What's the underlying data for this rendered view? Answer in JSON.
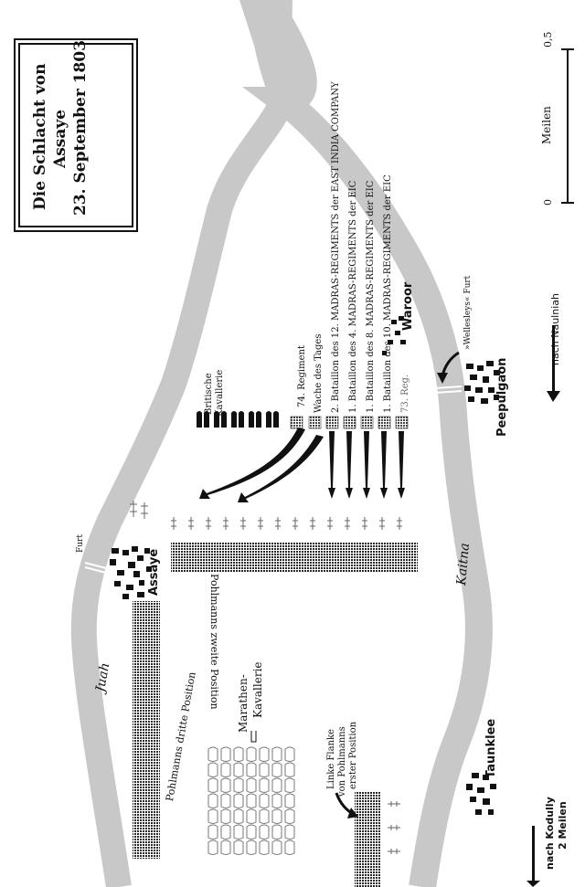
{
  "title": {
    "line1": "Die Schlacht von",
    "line2": "Assaye",
    "line3": "23. September 1803"
  },
  "scale": {
    "label": "Meilen",
    "tick_start": "0",
    "tick_end": "0,5"
  },
  "rivers": {
    "juah": "Juah",
    "kaitna": "Kaitna"
  },
  "places": {
    "assaye": "Assaye",
    "waroor": "Waroor",
    "peepulgaon": "Peepulgaon",
    "taunklee": "Taunklee"
  },
  "fords": {
    "furt": "Furt",
    "wellesley": "»Wellesleys« Furt"
  },
  "positions": {
    "second": "Pohlmanns zweite Position",
    "third": "Pohlmanns dritte Position",
    "first_line1": "Linke Flanke",
    "first_line2": "von Pohlmanns",
    "first_line3": "erster Position"
  },
  "cavalry": {
    "british_line1": "Britische",
    "british_line2": "Kavallerie",
    "maratha_line1": "Marathen-",
    "maratha_line2": "Kavallerie"
  },
  "units": [
    "74. Regiment",
    "Wache des Tages",
    "2. Bataillon des 12. MADRAS-REGIMENTS der EAST INDIA COMPANY",
    "1. Bataillon des 4. MADRAS-REGIMENTS der EIC",
    "1. Bataillon des 8. MADRAS-REGIMENTS der EIC",
    "1. Bataillon des 10. MADRAS-REGIMENTS der EIC",
    "73. Reg."
  ],
  "directions": {
    "naulniah": "nach Naulniah",
    "kodully_line1": "nach Kodully",
    "kodully_line2": "2 Meilen"
  },
  "colors": {
    "river": "#c8c8c8",
    "ink": "#111111",
    "border": "#111111"
  }
}
